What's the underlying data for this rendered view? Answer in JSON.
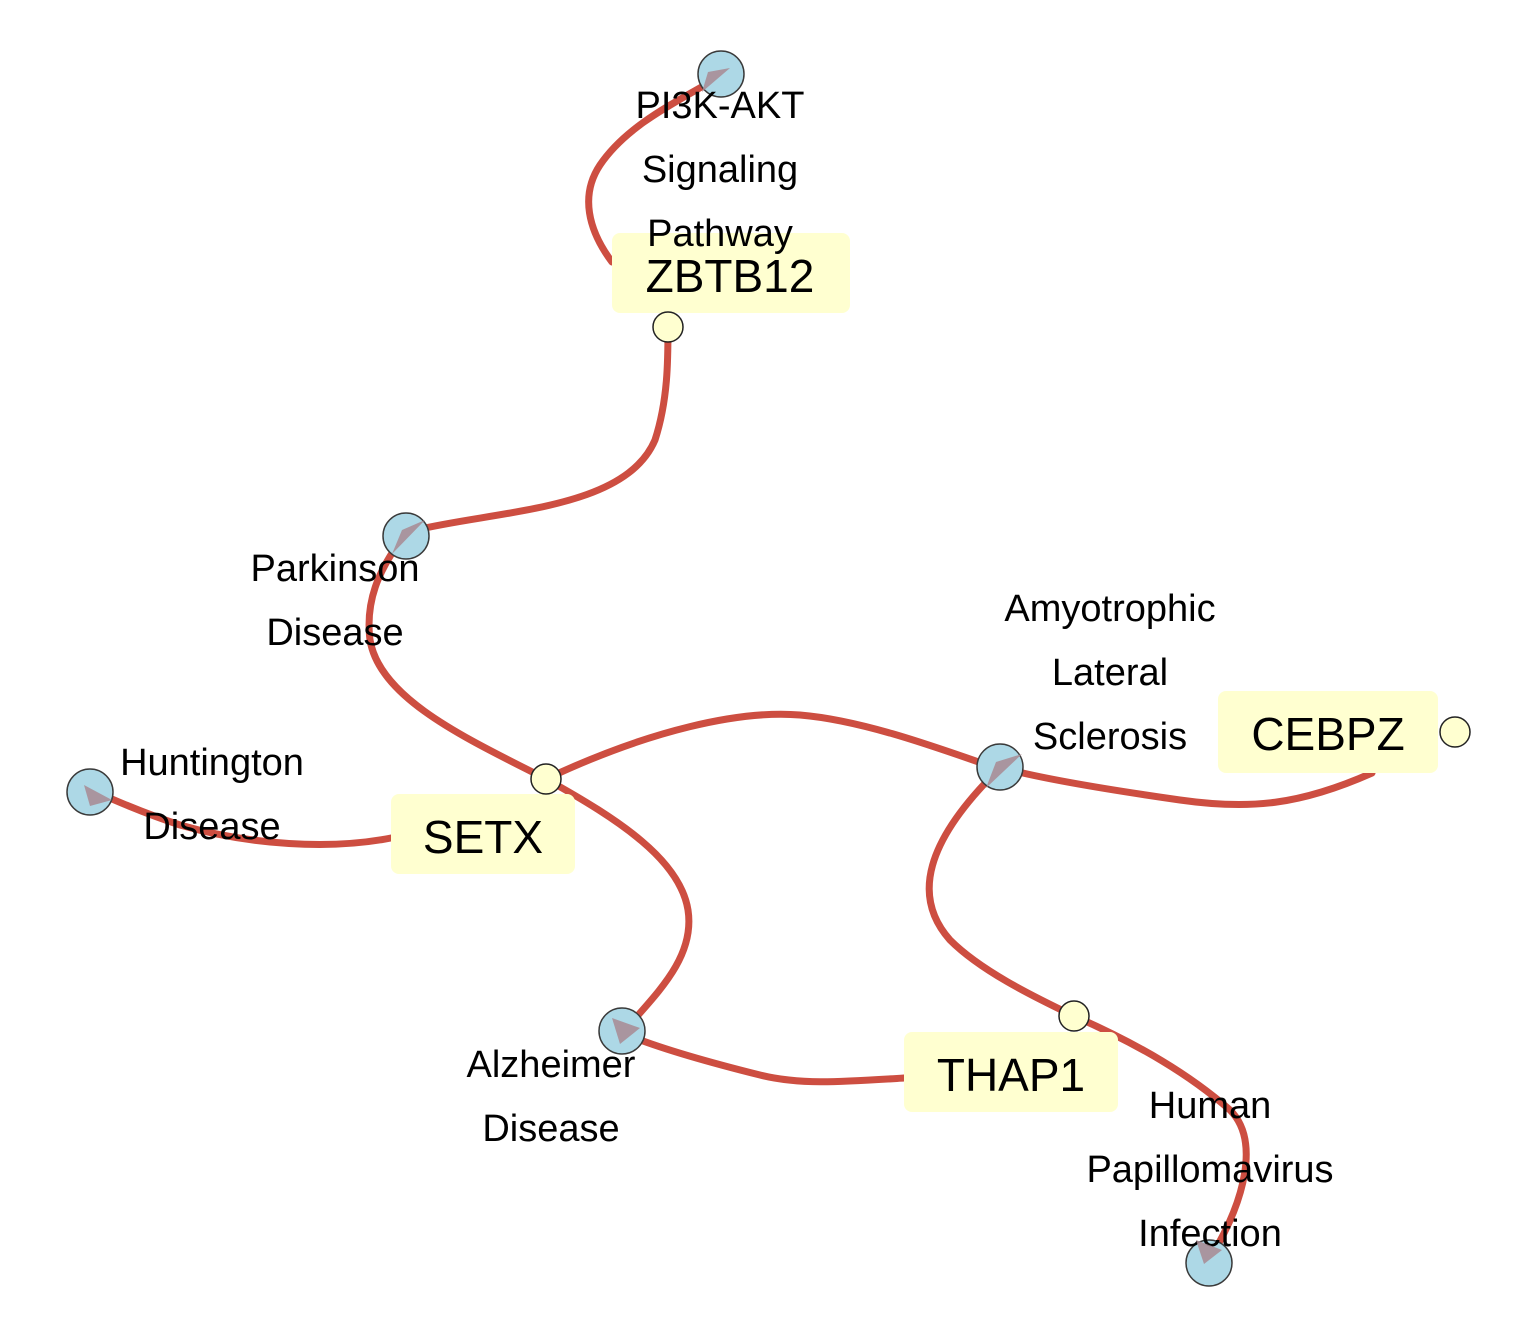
{
  "colors": {
    "edge": "#cd4e41",
    "arrow": "#a88a92",
    "pathway_node": "#add8e6",
    "gene_box": "#ffffd0",
    "gene_dot": "#ffffd0"
  },
  "genes": [
    {
      "id": "zbtb12",
      "label": "ZBTB12"
    },
    {
      "id": "setx",
      "label": "SETX"
    },
    {
      "id": "cebpz",
      "label": "CEBPZ"
    },
    {
      "id": "thap1",
      "label": "THAP1"
    }
  ],
  "pathways": [
    {
      "id": "pi3k",
      "lines": [
        "PI3K-AKT",
        "Signaling",
        "Pathway"
      ]
    },
    {
      "id": "parkinson",
      "lines": [
        "Parkinson",
        "Disease"
      ]
    },
    {
      "id": "huntington",
      "lines": [
        "Huntington",
        "Disease"
      ]
    },
    {
      "id": "als",
      "lines": [
        "Amyotrophic",
        "Lateral",
        "Sclerosis"
      ]
    },
    {
      "id": "alzheimer",
      "lines": [
        "Alzheimer",
        "Disease"
      ]
    },
    {
      "id": "hpv",
      "lines": [
        "Human",
        "Papillomavirus",
        "Infection"
      ]
    }
  ],
  "edges": [
    {
      "from": "zbtb12",
      "to": "pi3k"
    },
    {
      "from": "zbtb12",
      "to": "parkinson"
    },
    {
      "from": "setx",
      "to": "parkinson"
    },
    {
      "from": "setx",
      "to": "huntington"
    },
    {
      "from": "setx",
      "to": "als"
    },
    {
      "from": "setx",
      "to": "alzheimer"
    },
    {
      "from": "cebpz",
      "to": "als"
    },
    {
      "from": "thap1",
      "to": "als"
    },
    {
      "from": "thap1",
      "to": "alzheimer"
    },
    {
      "from": "thap1",
      "to": "hpv"
    }
  ]
}
